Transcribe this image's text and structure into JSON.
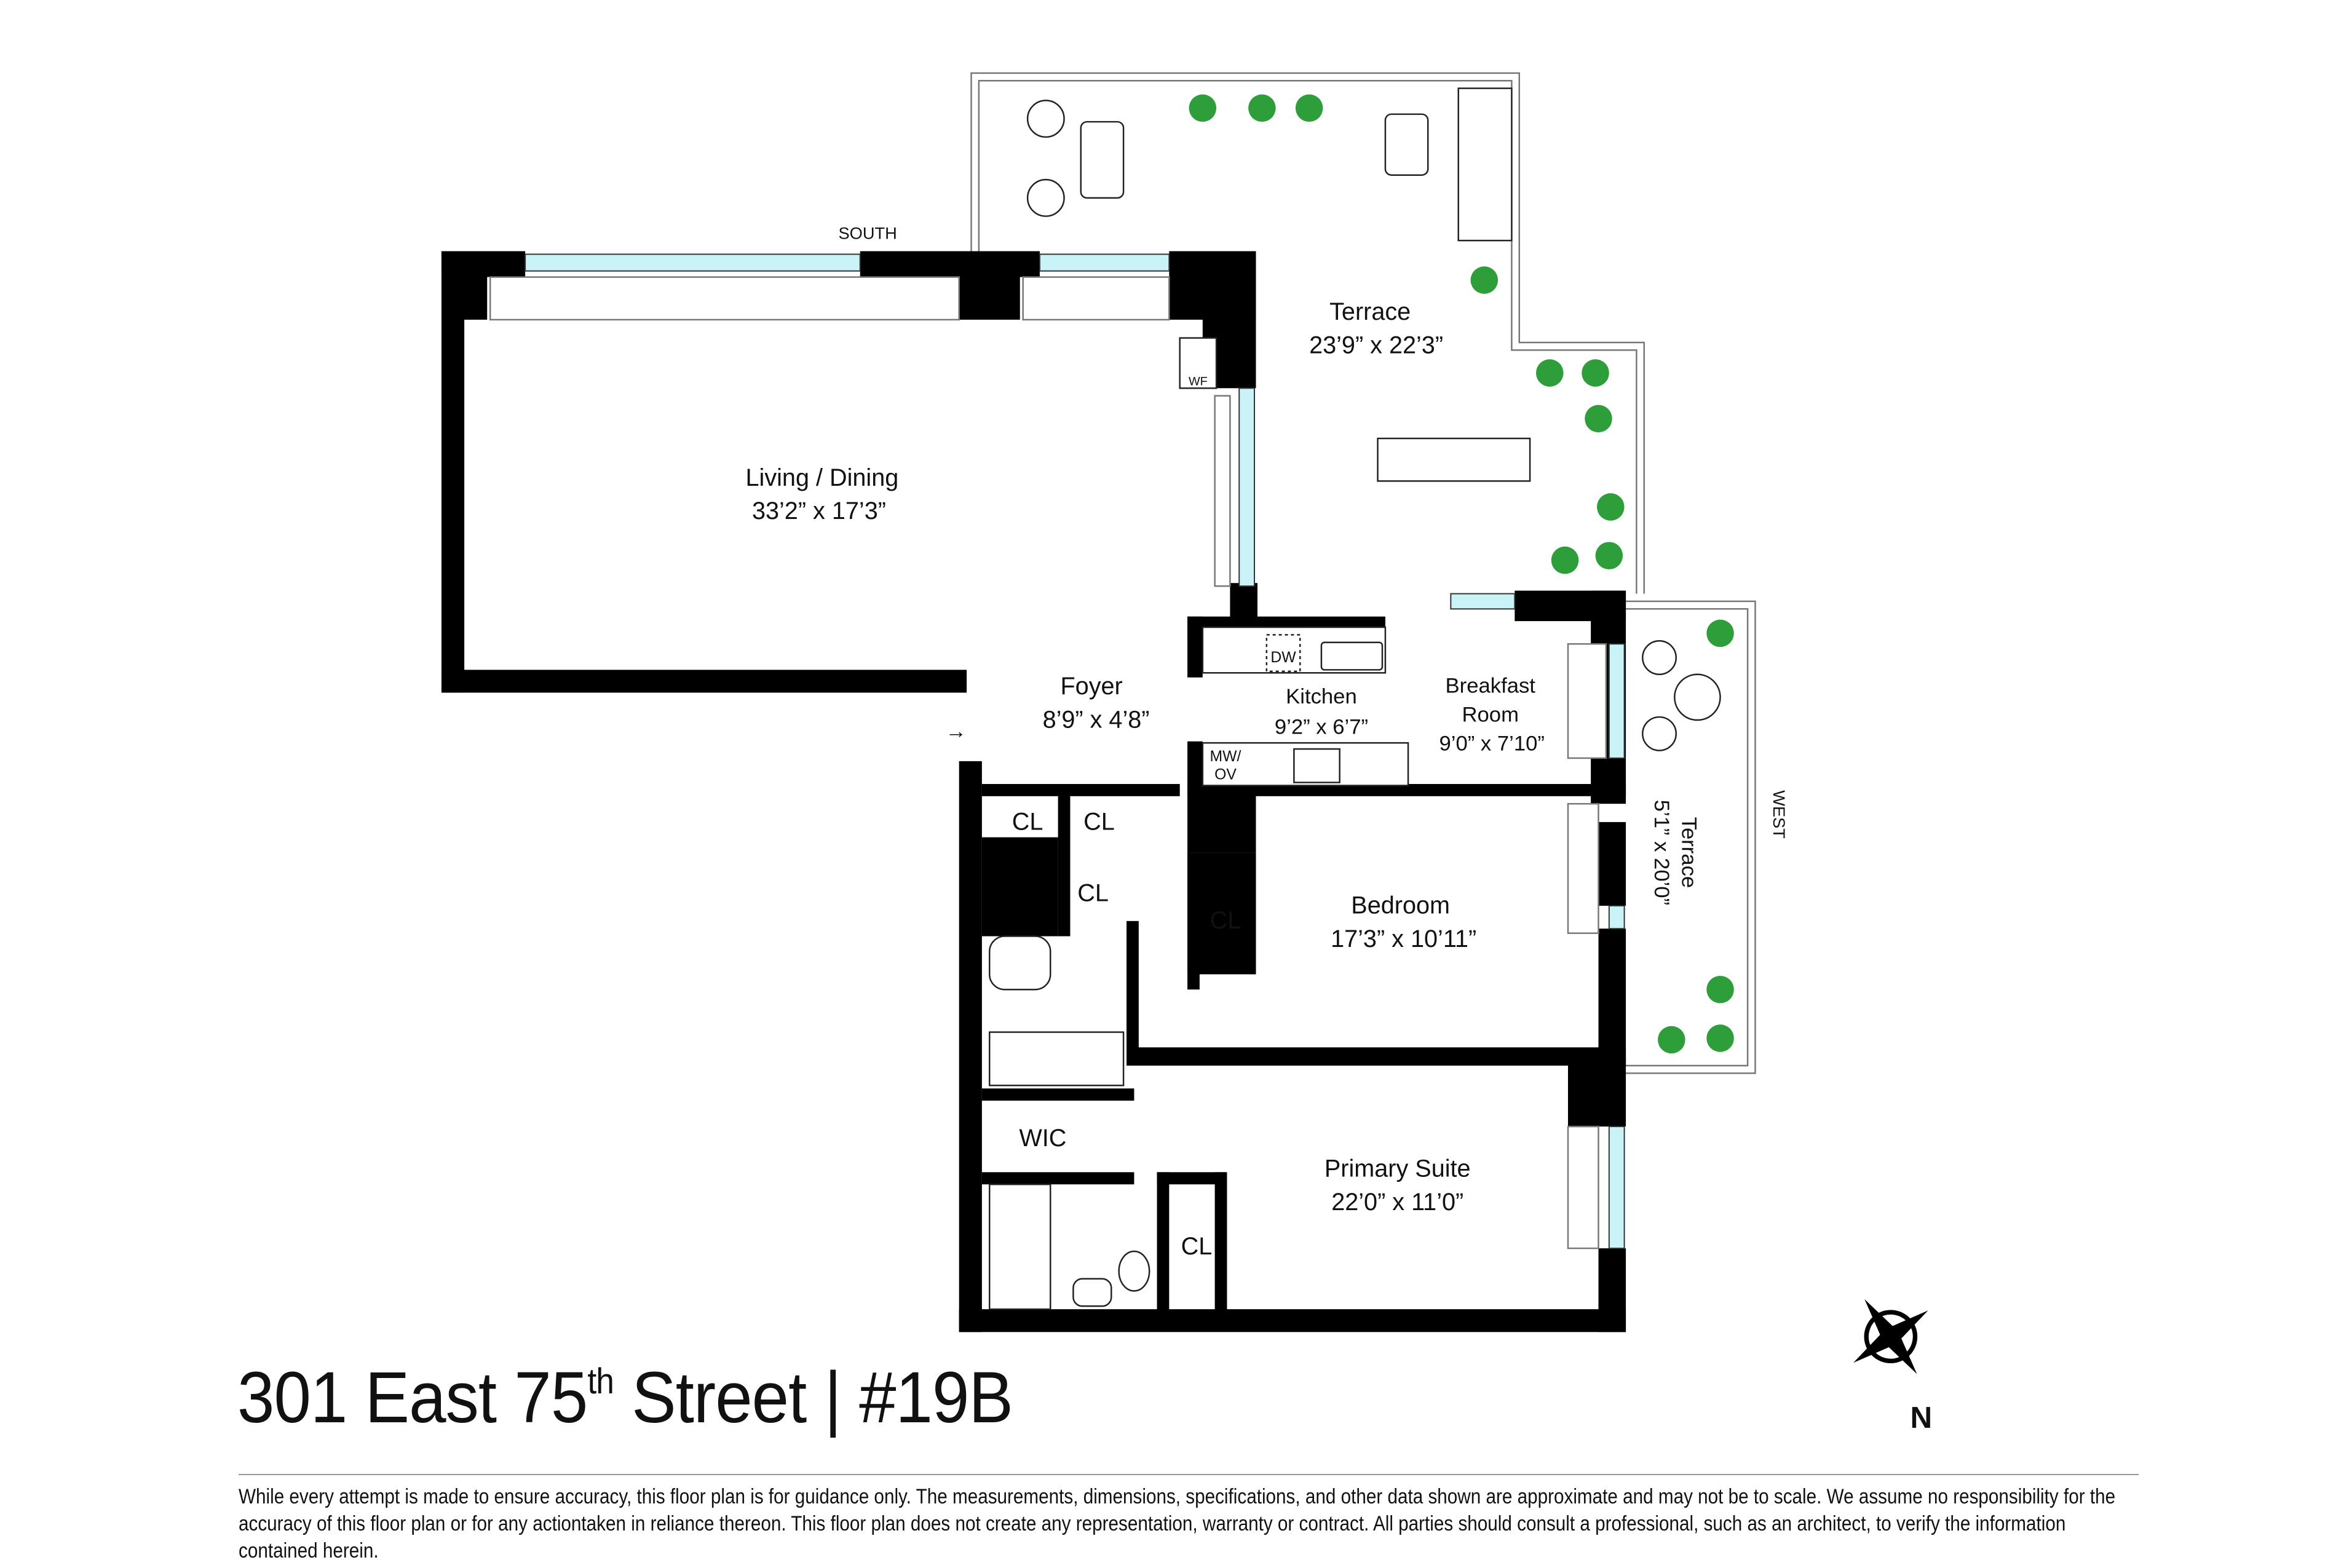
{
  "plan": {
    "orientation_labels": {
      "south": "SOUTH",
      "west": "WEST",
      "north": "N"
    },
    "rooms": {
      "terrace_main": {
        "name": "Terrace",
        "dims": "23’9” x 22’3”"
      },
      "living": {
        "name": "Living / Dining",
        "dims": "33’2” x 17’3”"
      },
      "foyer": {
        "name": "Foyer",
        "dims": "8’9” x 4’8”"
      },
      "kitchen": {
        "name": "Kitchen",
        "dims": "9’2” x 6’7”"
      },
      "breakfast": {
        "name1": "Breakfast",
        "name2": "Room",
        "dims": "9’0” x 7’10”"
      },
      "terrace_west": {
        "name": "Terrace",
        "dims": "5’1” x 20’0”"
      },
      "bedroom": {
        "name": "Bedroom",
        "dims": "17’3” x 10’11”"
      },
      "primary": {
        "name": "Primary Suite",
        "dims": "22’0” x 11’0”"
      }
    },
    "labels": {
      "wf": "WF",
      "dw": "DW",
      "mw1": "MW/",
      "mw2": "OV",
      "cl": "CL",
      "wic": "WIC"
    }
  },
  "title": {
    "address": "301 East 75",
    "sup": "th",
    "rest": " Street | #19B"
  },
  "disclaimer": "While every attempt is made to ensure accuracy, this floor plan is for guidance only. The measurements, dimensions, specifications, and other data shown are approximate and may not be to scale.  We assume no responsibility for the accuracy of this floor plan or for any actiontaken in reliance thereon. This floor plan does not create any representation, warranty or contract. All parties should consult a professional, such as an architect, to verify the information contained herein.",
  "colors": {
    "wall": "#000000",
    "glass": "#c9f3f7",
    "plant": "#2e9e3a"
  }
}
